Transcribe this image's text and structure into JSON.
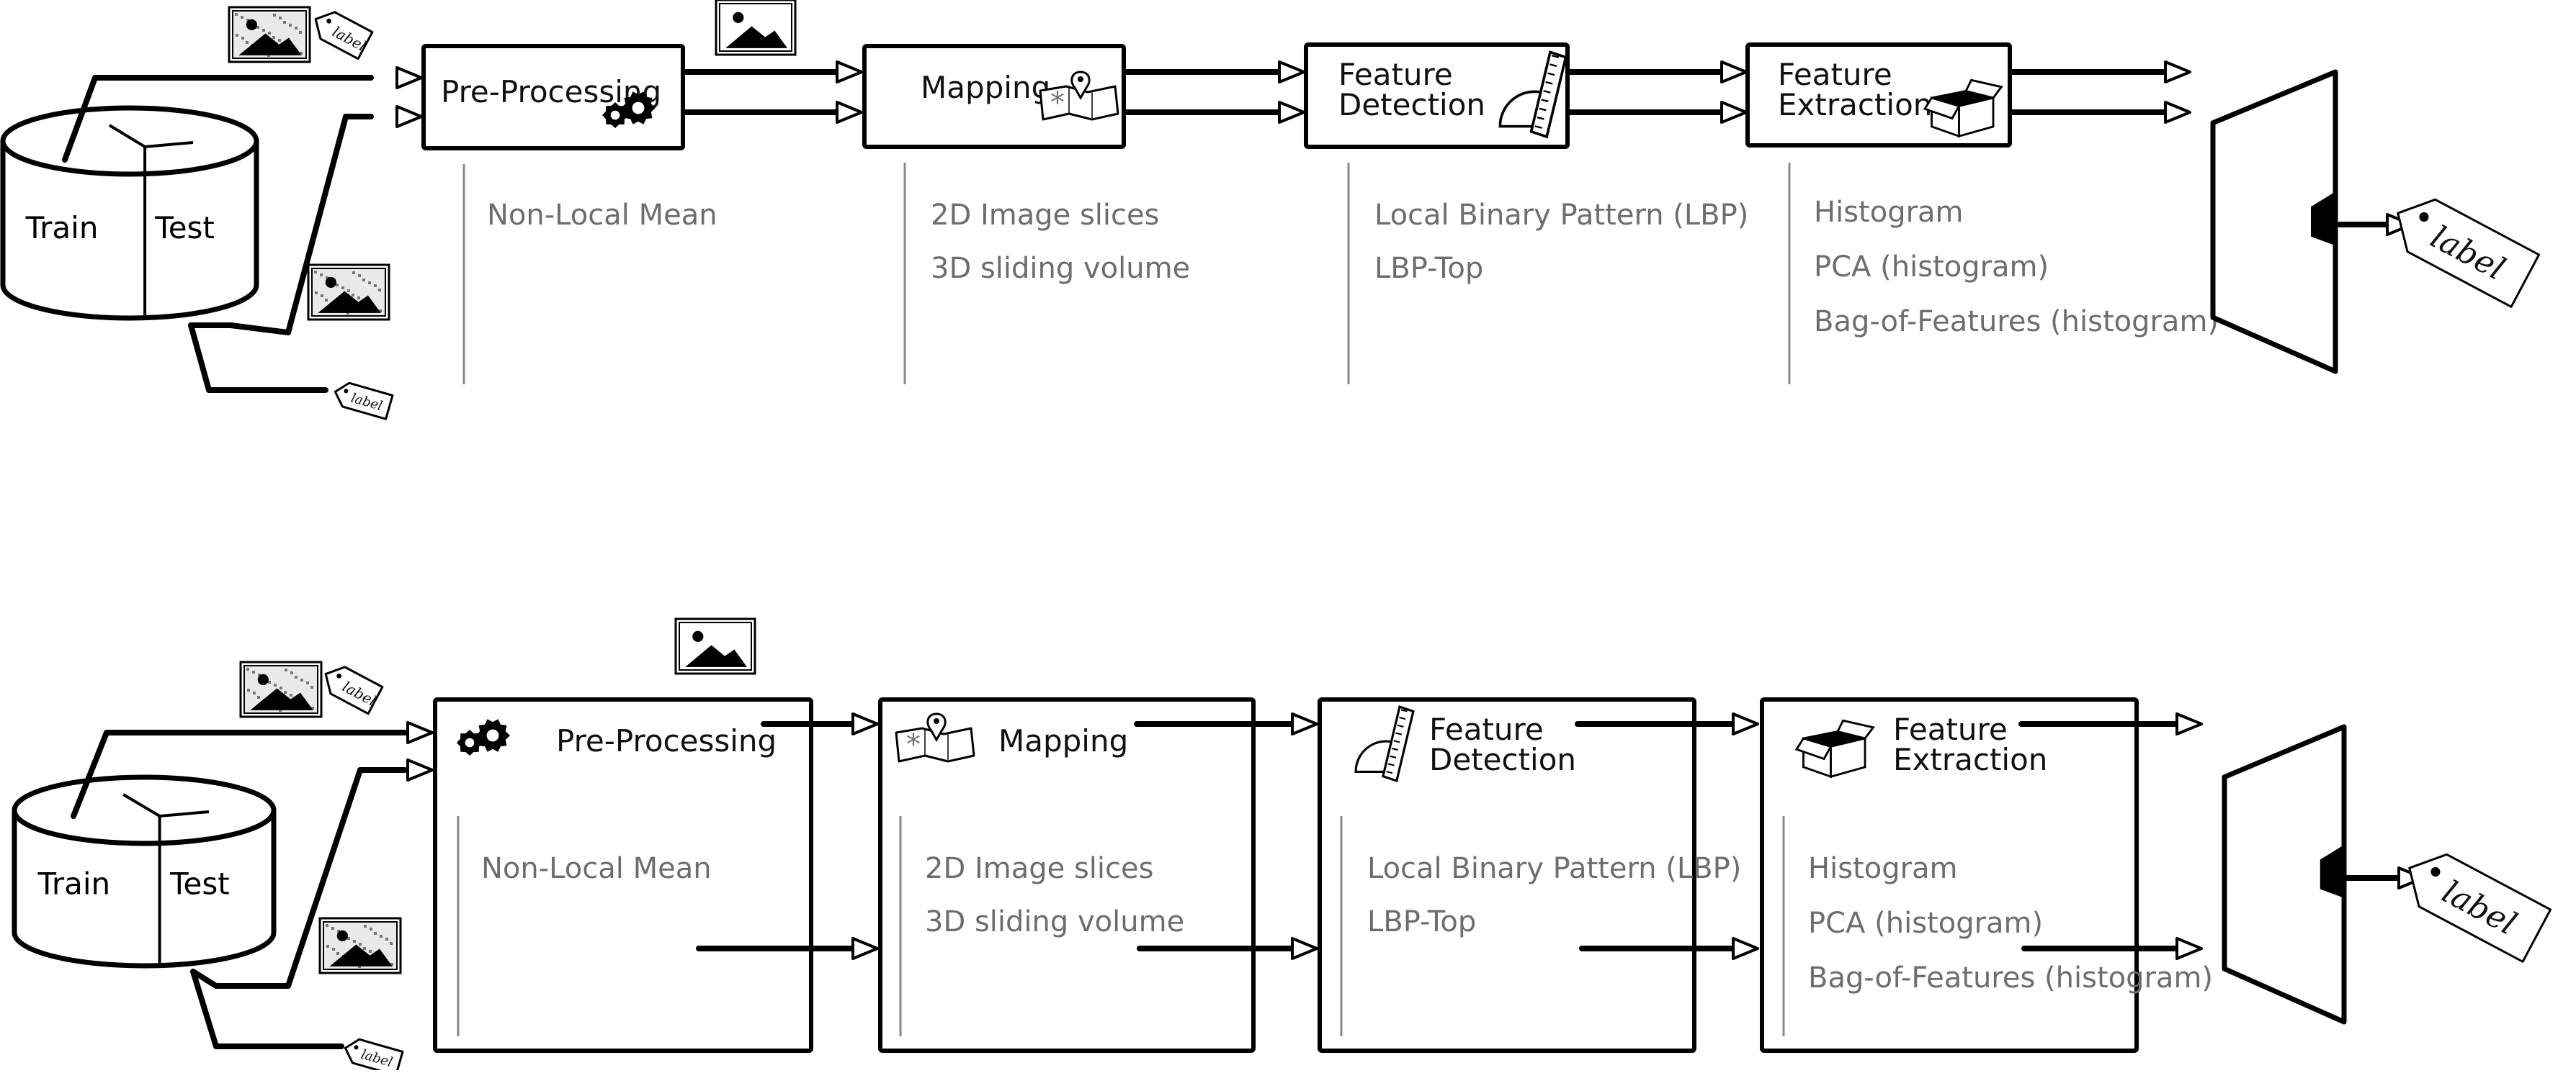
{
  "dataset": {
    "train": "Train",
    "test": "Test"
  },
  "tag_text": "label",
  "icons": [
    "image-icon",
    "label-tag-icon",
    "gears-icon",
    "map-icon",
    "ruler-protractor-icon",
    "open-box-icon",
    "classifier-icon",
    "database-icon"
  ],
  "top_pipeline": {
    "stages": [
      {
        "title": "Pre-Processing",
        "methods": [
          "Non-Local Mean"
        ]
      },
      {
        "title": "Mapping",
        "methods": [
          "2D Image slices",
          "3D sliding volume"
        ]
      },
      {
        "title": "Feature\nDetection",
        "methods": [
          "Local Binary Pattern (LBP)",
          "LBP-Top"
        ]
      },
      {
        "title": "Feature\nExtraction",
        "methods": [
          "Histogram",
          "PCA (histogram)",
          "Bag-of-Features (histogram)"
        ]
      }
    ]
  },
  "bottom_pipeline": {
    "stages": [
      {
        "title": "Pre-Processing",
        "methods": [
          "Non-Local Mean"
        ]
      },
      {
        "title": "Mapping",
        "methods": [
          "2D Image slices",
          "3D sliding volume"
        ]
      },
      {
        "title": "Feature\nDetection",
        "methods": [
          "Local Binary Pattern (LBP)",
          "LBP-Top"
        ]
      },
      {
        "title": "Feature\nExtraction",
        "methods": [
          "Histogram",
          "PCA (histogram)",
          "Bag-of-Features (histogram)"
        ]
      }
    ]
  }
}
